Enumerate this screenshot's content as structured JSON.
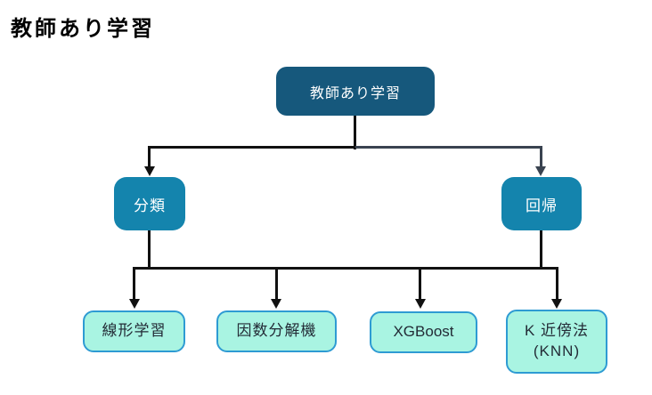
{
  "page": {
    "title": "教師あり学習",
    "background": "#ffffff"
  },
  "diagram": {
    "root": {
      "label": "教師あり学習"
    },
    "branches": [
      {
        "label": "分類"
      },
      {
        "label": "回帰"
      }
    ],
    "leaves": [
      {
        "label": "線形学習"
      },
      {
        "label": "因数分解機"
      },
      {
        "label": "XGBoost"
      },
      {
        "label": "K 近傍法",
        "sublabel": "(KNN)"
      }
    ],
    "colors": {
      "root_fill": "#16587c",
      "branch_fill": "#1484ad",
      "node_text": "#ffffff",
      "leaf_fill": "#a9f4e2",
      "leaf_border": "#2e9bd3",
      "leaf_text": "#232b36",
      "connector_black": "#111111",
      "connector_slate": "#3a4350"
    }
  }
}
